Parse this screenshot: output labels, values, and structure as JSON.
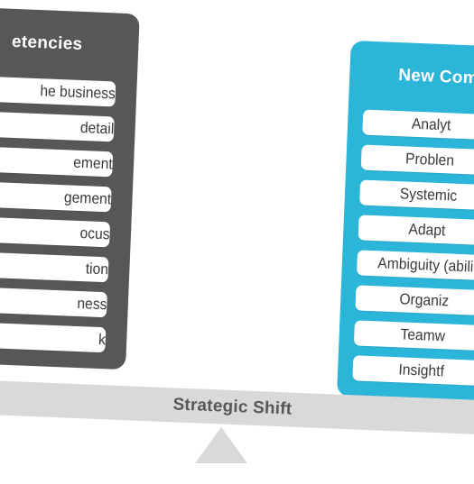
{
  "left_panel": {
    "title": "etencies",
    "color": "#555759",
    "items": [
      "he business",
      "detail",
      "ement",
      "gement",
      "ocus",
      "tion",
      "ness",
      "k"
    ]
  },
  "right_panel": {
    "title": "New Com",
    "color": "#2bb5d8",
    "items": [
      "Analyt",
      "Problen",
      "Systemic",
      "Adapt",
      "Ambiguity (abili",
      "Organiz",
      "Teamw",
      "Insightf"
    ]
  },
  "beam": {
    "label": "Strategic Shift",
    "color": "#d9d9d9"
  }
}
